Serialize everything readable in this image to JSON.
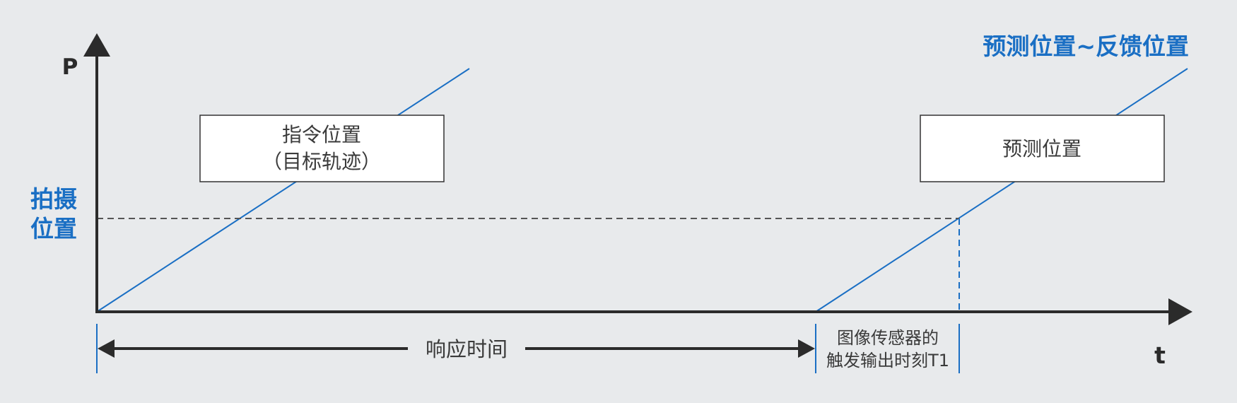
{
  "colors": {
    "background": "#e8eaec",
    "accent": "#1a6fc4",
    "axis": "#2b2b2b",
    "text": "#3a3a3a"
  },
  "axes": {
    "y_label": "P",
    "x_label": "t"
  },
  "capture_position": {
    "line1": "拍摄",
    "line2": "位置"
  },
  "title_right": "预测位置~反馈位置",
  "box_command": {
    "line1": "指令位置",
    "line2": "（目标轨迹）"
  },
  "box_predicted": {
    "label": "预测位置"
  },
  "response_time": "响应时间",
  "sensor_trigger": {
    "line1": "图像传感器的",
    "line2": "触发输出时刻T1"
  }
}
